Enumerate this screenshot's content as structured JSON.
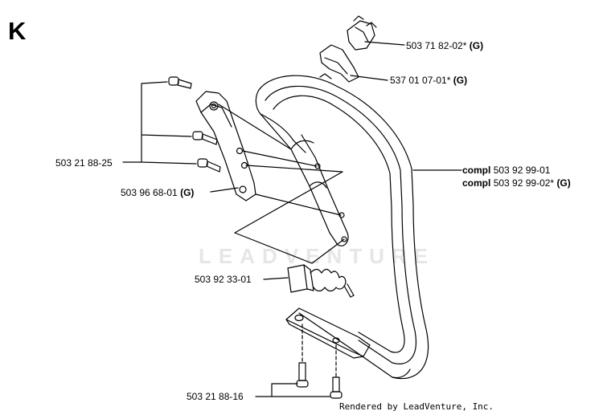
{
  "section_letter": "K",
  "watermark": "LEADVENTURE",
  "footer": "Rendered by LeadVenture, Inc.",
  "labels": {
    "part_503_71_82": {
      "number": "503 71 82-02*",
      "suffix": "(G)"
    },
    "part_537_01_07": {
      "number": "537 01 07-01*",
      "suffix": "(G)"
    },
    "part_503_21_88_25": {
      "number": "503 21 88-25"
    },
    "part_503_96_68": {
      "number": "503 96 68-01",
      "suffix": "(G)"
    },
    "handle_compl_1": {
      "prefix": "compl",
      "number": "503 92 99-01"
    },
    "handle_compl_2": {
      "prefix": "compl",
      "number": "503 92 99-02*",
      "suffix": "(G)"
    },
    "part_503_92_33": {
      "number": "503 92 33-01"
    },
    "part_503_21_88_16": {
      "number": "503 21 88-16"
    }
  }
}
